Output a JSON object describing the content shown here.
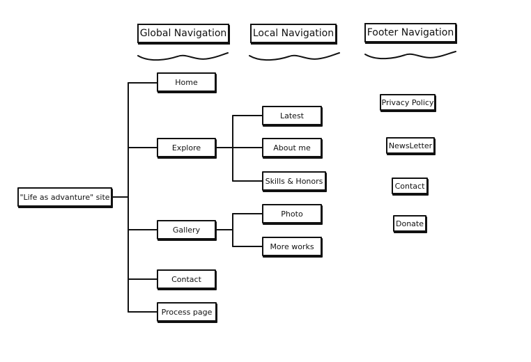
{
  "headers": {
    "global": "Global Navigation",
    "local": "Local Navigation",
    "footer": "Footer Navigation"
  },
  "root": "\"Life as advanture\" site",
  "global_nav": {
    "home": "Home",
    "explore": "Explore",
    "gallery": "Gallery",
    "contact": "Contact",
    "process": "Process page"
  },
  "local_nav": {
    "latest": "Latest",
    "about": "About me",
    "skills": "Skills & Honors",
    "photo": "Photo",
    "more_works": "More works"
  },
  "footer_nav": {
    "privacy": "Privacy Policy",
    "newsletter": "NewsLetter",
    "contact": "Contact",
    "donate": "Donate"
  }
}
